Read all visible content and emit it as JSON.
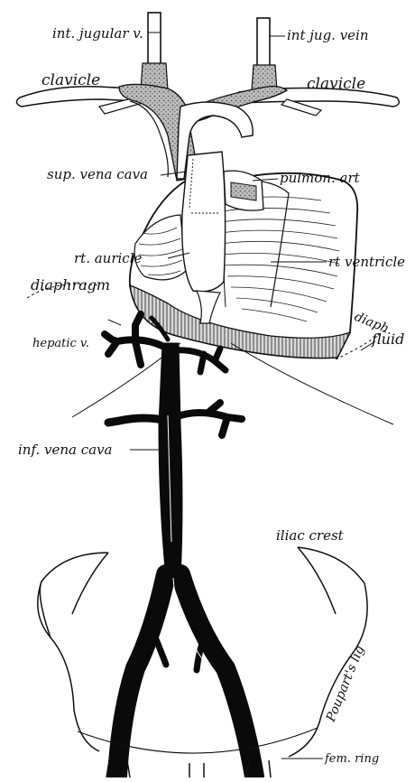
{
  "labels": {
    "int_jugular": "int. jugular v.",
    "int_jug_vein": "int jug. vein",
    "clavicle_left": "clavicle",
    "clavicle_right": "clavicle",
    "sup_vena_cava": "sup. vena cava",
    "pulmon_art": "pulmon. art",
    "rt_auricle": "rt. auricle",
    "rt_ventricle": "rt ventricle",
    "diaphragm": "diaphragm",
    "diaph": "diaph.",
    "fluid": "fluid",
    "hepatic_v": "hepatic v.",
    "inf_vena_cava": "inf. vena cava",
    "iliac_crest": "iliac crest",
    "pouparts_lig": "Poupart's lig",
    "fem_ring": "fem. ring"
  },
  "colors": {
    "ink": "#111111",
    "vein_fill": "#0a0a0a",
    "stipple": "#9a9a9a",
    "fluid_band": "#8c8c8c",
    "background": "#ffffff"
  }
}
